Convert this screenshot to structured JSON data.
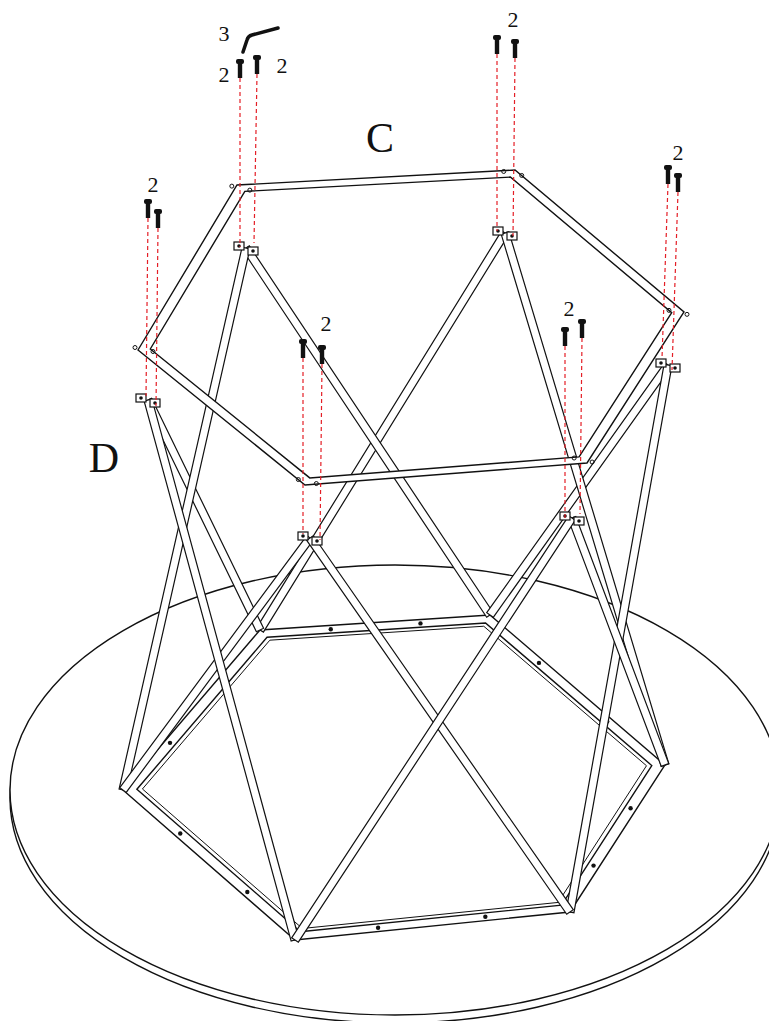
{
  "diagram": {
    "labels": [
      "3",
      "2",
      "2",
      "2",
      "2",
      "2",
      "2",
      "2",
      "C",
      "D"
    ]
  }
}
